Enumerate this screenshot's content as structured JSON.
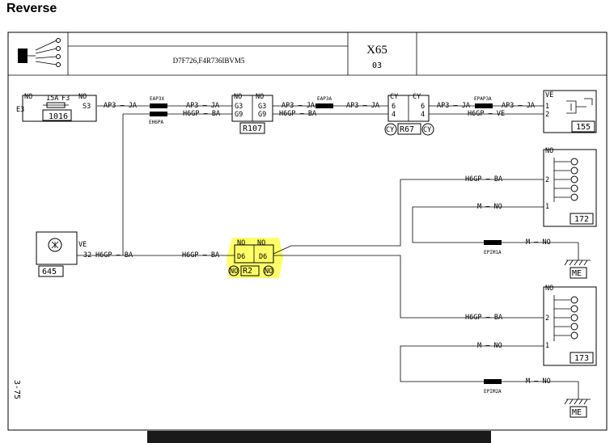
{
  "heading": "Reverse",
  "title_block": {
    "model": "D7F726,F4R736IBVM5",
    "sheet": "X65",
    "page": "03"
  },
  "side_ref": "3-75",
  "components": {
    "c1016": {
      "id": "1016",
      "pin_left": "E3",
      "fuse": "15A",
      "fuse_no": "F3",
      "pin_right": "S3",
      "wire_left": "NO",
      "wire_right": "NO"
    },
    "c155": {
      "id": "155",
      "p1": "1",
      "p2": "2",
      "wire": "VE"
    },
    "c645": {
      "id": "645",
      "pin": "32",
      "wire": "VE"
    },
    "r107": {
      "id": "R107",
      "l1": "G3",
      "l2": "G9",
      "r1": "G3",
      "r2": "G9",
      "top_l": "NO",
      "top_r": "NO"
    },
    "r67": {
      "id": "R67",
      "l1": "6",
      "l2": "4",
      "r1": "6",
      "r2": "4",
      "top_l": "CY",
      "top_r": "CY",
      "mark": "CY"
    },
    "r2": {
      "id": "R2",
      "l": "D6",
      "r": "D6",
      "top_l": "NO",
      "top_r": "NO",
      "mark": "NO"
    },
    "c172": {
      "id": "172",
      "p2": "2",
      "p1": "1",
      "wire": "NO"
    },
    "c173": {
      "id": "173",
      "p2": "2",
      "p1": "1",
      "wire": "NO"
    },
    "me": "ME"
  },
  "wires": {
    "ap3ja": "AP3 — JA",
    "h6pba": "H6GP — BA",
    "h6pba2": "H6GP — BA",
    "h6pve": "H6GP — VE",
    "mno": "M — NO"
  },
  "splices": {
    "eap3x": "EAP3X",
    "eh6pa": "EH6PA",
    "eap3a": "EAP3A",
    "epap3a": "EPAP3A",
    "epim1a": "EPIM1A",
    "epim2a": "EPIM2A"
  },
  "colors": {
    "highlight": "#ffff4d",
    "line": "#000000"
  }
}
